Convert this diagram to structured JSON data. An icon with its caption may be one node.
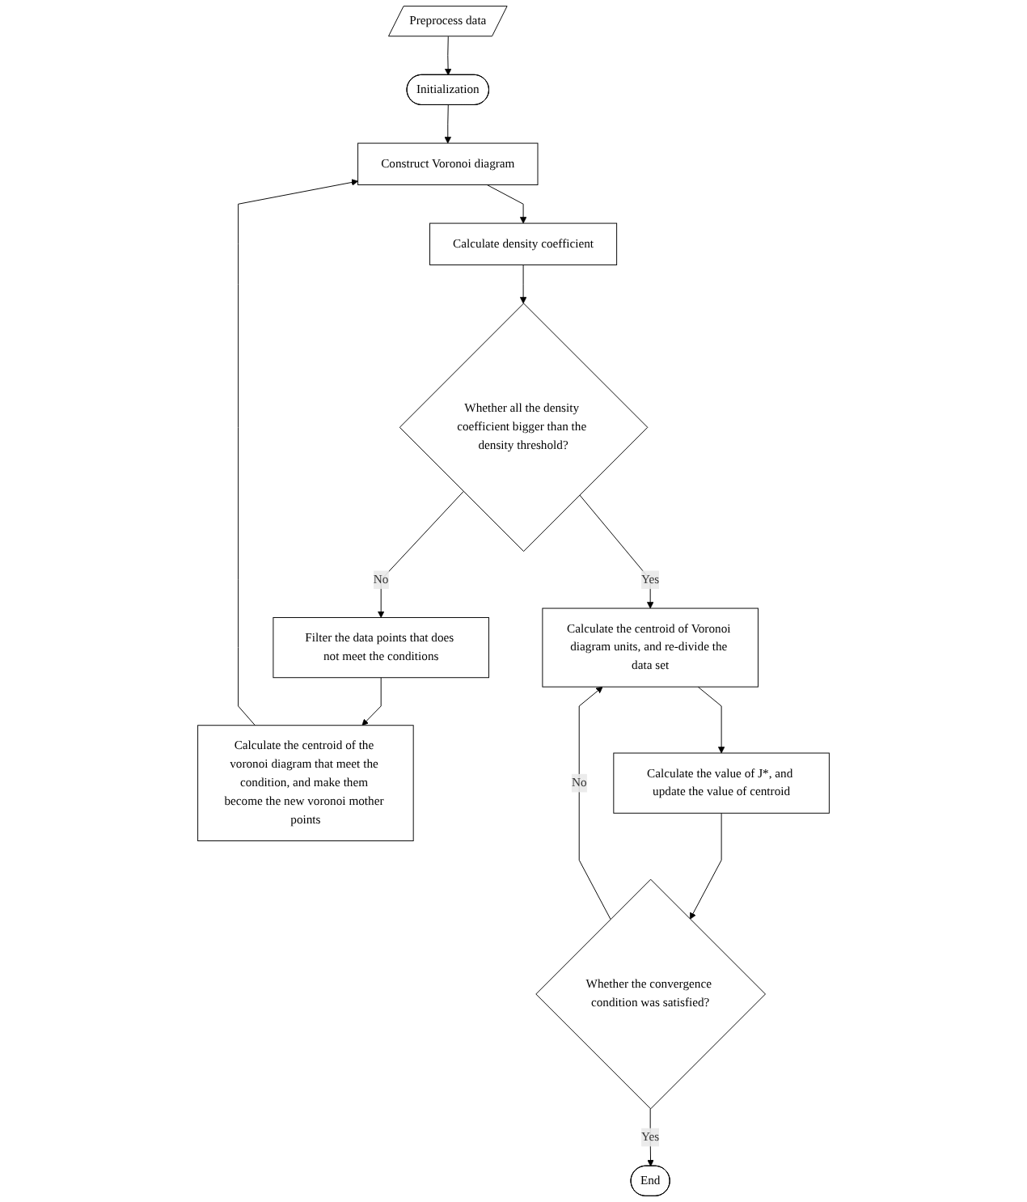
{
  "diagram": {
    "nodes": [
      {
        "text": [
          "Preprocess data"
        ]
      },
      {
        "text": [
          "Initialization"
        ]
      },
      {
        "text": [
          "Construct Voronoi diagram"
        ]
      },
      {
        "text": [
          "Calculate density coefficient"
        ]
      },
      {
        "text": [
          "Whether all the density coefficient bigger than the density threshold?"
        ]
      },
      {
        "text": [
          "Filter the data points that does not meet the conditions"
        ]
      },
      {
        "text": [
          "Calculate the centroid of the voronoi diagram that meet the condition, and make them become the new voronoi mother points"
        ]
      },
      {
        "text": [
          "Calculate the centroid of Voronoi diagram units, and re-divide the data set"
        ]
      },
      {
        "text": [
          "Calculate the value of J*, and update the value of centroid"
        ]
      },
      {
        "text": [
          "Whether the convergence condition was satisfied?"
        ]
      },
      {
        "text": [
          "End"
        ]
      }
    ],
    "edges": [
      {
        "from": 0,
        "to": 1,
        "arrow": "to"
      },
      {
        "from": 1,
        "to": 2,
        "arrow": "to"
      },
      {
        "from": 2,
        "to": 3,
        "arrow": "to"
      },
      {
        "from": 3,
        "to": 4,
        "arrow": "to"
      },
      {
        "from": 4,
        "to": 5,
        "arrow": "to",
        "label": "No"
      },
      {
        "from": 5,
        "to": 6,
        "arrow": "to"
      },
      {
        "from": 6,
        "to": 2,
        "arrow": "to"
      },
      {
        "from": 4,
        "to": 7,
        "arrow": "to",
        "label": "Yes"
      },
      {
        "from": 7,
        "to": 8,
        "arrow": "to"
      },
      {
        "from": 8,
        "to": 9,
        "arrow": "to"
      },
      {
        "from": 9,
        "to": 7,
        "arrow": "to",
        "label": "No"
      },
      {
        "from": 9,
        "to": 10,
        "arrow": "to",
        "label": "Yes"
      }
    ]
  }
}
